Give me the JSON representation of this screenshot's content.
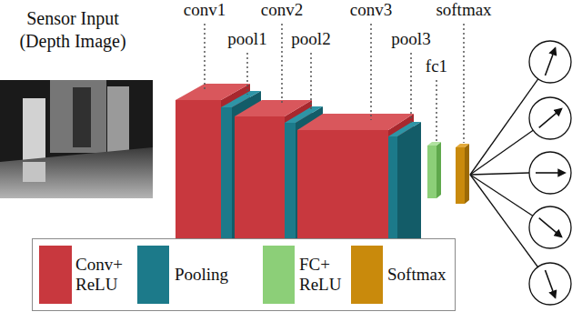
{
  "diagram": {
    "labels": [
      "Sensor Input (Depth Image)",
      "conv1",
      "pool1",
      "conv2",
      "pool2",
      "conv3",
      "pool3",
      "fc1",
      "softmax"
    ],
    "legend": [
      {
        "text": "Conv+ ReLU",
        "color": "#c8383e"
      },
      {
        "text": "Pooling",
        "color": "#1c7a8a"
      },
      {
        "text": "FC+ ReLU",
        "color": "#8ccf78"
      },
      {
        "text": "Softmax",
        "color": "#c98a0c"
      }
    ]
  }
}
